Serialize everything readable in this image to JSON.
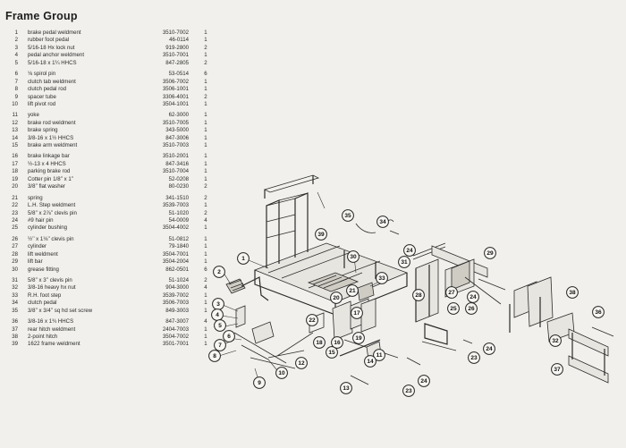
{
  "title": "Frame Group",
  "parts": [
    {
      "num": "1",
      "desc": "brake pedal weldment",
      "part": "3510-7002",
      "qty": "1"
    },
    {
      "num": "2",
      "desc": "rubber foot pedal",
      "part": "46-0114",
      "qty": "1"
    },
    {
      "num": "3",
      "desc": "5/16-18 Hx lock nut",
      "part": "919-2800",
      "qty": "2"
    },
    {
      "num": "4",
      "desc": "pedal anchor weldment",
      "part": "3510-7001",
      "qty": "1"
    },
    {
      "num": "5",
      "desc": "5/16-18 x 1¼ HHCS",
      "part": "847-2805",
      "qty": "2"
    },
    {
      "num": "6",
      "desc": "⅛ spirol pin",
      "part": "53-0514",
      "qty": "6"
    },
    {
      "num": "7",
      "desc": "clutch tab weldment",
      "part": "3506-7002",
      "qty": "1"
    },
    {
      "num": "8",
      "desc": "clutch pedal rod",
      "part": "3506-1001",
      "qty": "1"
    },
    {
      "num": "9",
      "desc": "spacer tube",
      "part": "3306-4001",
      "qty": "2"
    },
    {
      "num": "10",
      "desc": "lift pivot rod",
      "part": "3504-1001",
      "qty": "1"
    },
    {
      "num": "11",
      "desc": "yoke",
      "part": "62-3000",
      "qty": "1"
    },
    {
      "num": "12",
      "desc": "brake rod weldment",
      "part": "3510-7005",
      "qty": "1"
    },
    {
      "num": "13",
      "desc": "brake spring",
      "part": "343-5000",
      "qty": "1"
    },
    {
      "num": "14",
      "desc": "3/8-16 x 1½ HHCS",
      "part": "847-3006",
      "qty": "1"
    },
    {
      "num": "15",
      "desc": "brake arm weldment",
      "part": "3510-7003",
      "qty": "1"
    },
    {
      "num": "16",
      "desc": "brake linkage bar",
      "part": "3510-2001",
      "qty": "1"
    },
    {
      "num": "17",
      "desc": "½-13 x 4 HHCS",
      "part": "847-3416",
      "qty": "1"
    },
    {
      "num": "18",
      "desc": "parking brake rod",
      "part": "3510-7004",
      "qty": "1"
    },
    {
      "num": "19",
      "desc": "Cotter pin 1/8’’ x 1’’",
      "part": "52-0208",
      "qty": "1"
    },
    {
      "num": "20",
      "desc": "3/8’’ flat washer",
      "part": "80-0230",
      "qty": "2"
    },
    {
      "num": "21",
      "desc": "spring",
      "part": "341-1510",
      "qty": "2"
    },
    {
      "num": "22",
      "desc": "L.H. Step weldment",
      "part": "3539-7003",
      "qty": "1"
    },
    {
      "num": "23",
      "desc": "5/8’’ x 2⅞’’ clevis pin",
      "part": "51-1020",
      "qty": "2"
    },
    {
      "num": "24",
      "desc": "#9 hair pin",
      "part": "54-0009",
      "qty": "4"
    },
    {
      "num": "25",
      "desc": "cylinder bushing",
      "part": "3504-4002",
      "qty": "1"
    },
    {
      "num": "26",
      "desc": "½’’ x 1⅛’’ clevis pin",
      "part": "51-0812",
      "qty": "1"
    },
    {
      "num": "27",
      "desc": "cylinder",
      "part": "79-1840",
      "qty": "1"
    },
    {
      "num": "28",
      "desc": "lift weldment",
      "part": "3504-7001",
      "qty": "1"
    },
    {
      "num": "29",
      "desc": "lift bar",
      "part": "3504-2004",
      "qty": "1"
    },
    {
      "num": "30",
      "desc": "grease fitting",
      "part": "862-0501",
      "qty": "6"
    },
    {
      "num": "31",
      "desc": "5/8’’ x 3’’ clevis pin",
      "part": "51-1024",
      "qty": "2"
    },
    {
      "num": "32",
      "desc": "3/8-16 heavy hx nut",
      "part": "904-3000",
      "qty": "4"
    },
    {
      "num": "33",
      "desc": "R.H. foot step",
      "part": "3539-7002",
      "qty": "1"
    },
    {
      "num": "34",
      "desc": "clutch pedal",
      "part": "3506-7003",
      "qty": "1"
    },
    {
      "num": "35",
      "desc": "3/8’’ x 3/4’’ sq hd set screw",
      "part": "849-3003",
      "qty": "1"
    },
    {
      "num": "36",
      "desc": "3/8-16 x 1¾ HHCS",
      "part": "847-3007",
      "qty": "4"
    },
    {
      "num": "37",
      "desc": "rear hitch weldment",
      "part": "2404-7003",
      "qty": "1"
    },
    {
      "num": "38",
      "desc": "2-point hitch",
      "part": "3504-7002",
      "qty": "1"
    },
    {
      "num": "39",
      "desc": "1622 frame weldment",
      "part": "3501-7001",
      "qty": "1"
    }
  ],
  "callouts": [
    "1",
    "2",
    "3",
    "4",
    "5",
    "6",
    "7",
    "8",
    "9",
    "10",
    "11",
    "12",
    "13",
    "14",
    "15",
    "16",
    "17",
    "18",
    "19",
    "20",
    "21",
    "22",
    "23",
    "24",
    "25",
    "26",
    "27",
    "28",
    "29",
    "30",
    "31",
    "32",
    "33",
    "34",
    "35",
    "36",
    "37",
    "38",
    "39"
  ]
}
